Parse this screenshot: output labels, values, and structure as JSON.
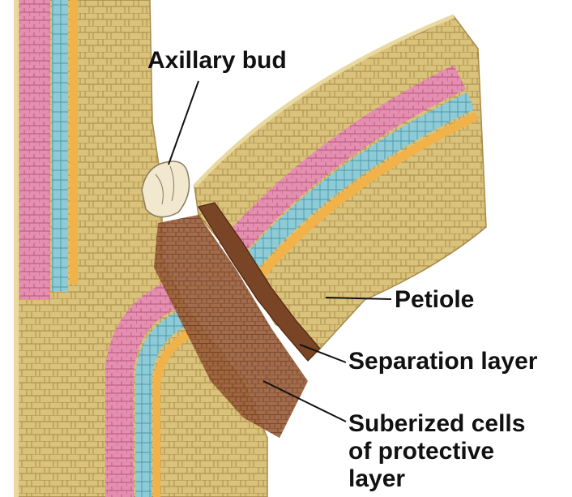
{
  "labels": {
    "axillary_bud": "Axillary bud",
    "petiole": "Petiole",
    "separation_layer": "Separation layer",
    "suberized_line1": "Suberized cells",
    "suberized_line2": "of protective",
    "suberized_line3": "layer"
  },
  "colors": {
    "parenchyma": "#d9c27a",
    "parenchyma_dark": "#b89a50",
    "phloem_pink": "#e58fb0",
    "xylem_blue": "#8fcbd6",
    "cambium_orange": "#f2b24a",
    "suberized_brown": "#9a5e3a",
    "separation_brown": "#7a4426",
    "bud": "#f1e8cf",
    "epidermis": "#e9d9a0"
  }
}
